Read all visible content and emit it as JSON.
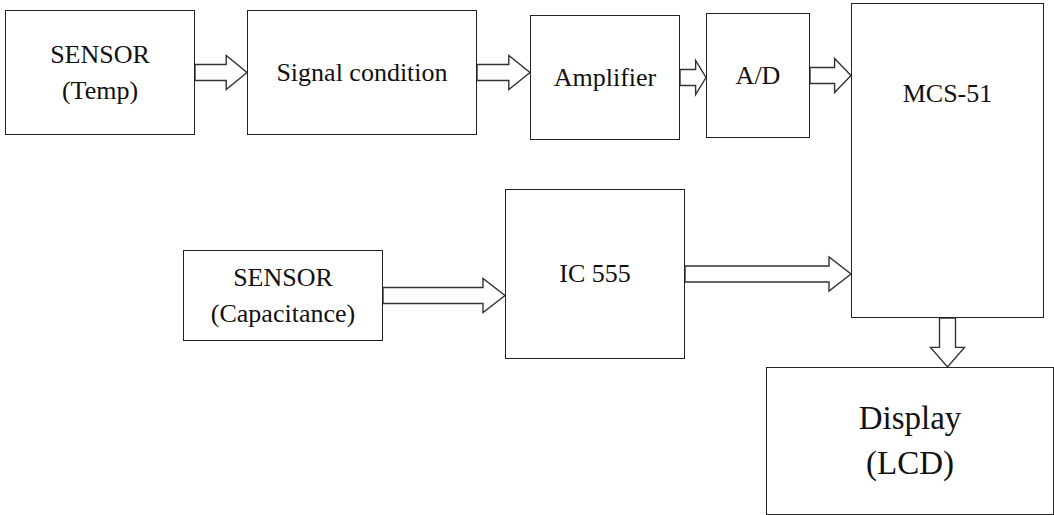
{
  "diagram": {
    "nodes": [
      {
        "text": [
          "SENSOR (Temp)"
        ]
      },
      {
        "text": [
          "Signal condition"
        ]
      },
      {
        "text": [
          "Amplifier"
        ]
      },
      {
        "text": [
          "A/D"
        ]
      },
      {
        "text": [
          "MCS-51"
        ]
      },
      {
        "text": [
          "SENSOR (Capacitance)"
        ]
      },
      {
        "text": [
          "IC 555"
        ]
      },
      {
        "text": [
          "Display (LCD)"
        ]
      }
    ],
    "edges": [
      {
        "from": 0,
        "to": 1,
        "arrow": "to"
      },
      {
        "from": 1,
        "to": 2,
        "arrow": "to"
      },
      {
        "from": 2,
        "to": 3,
        "arrow": "to"
      },
      {
        "from": 3,
        "to": 4,
        "arrow": "to"
      },
      {
        "from": 5,
        "to": 6,
        "arrow": "to"
      },
      {
        "from": 6,
        "to": 4,
        "arrow": "to"
      },
      {
        "from": 4,
        "to": 7,
        "arrow": "to"
      }
    ]
  }
}
